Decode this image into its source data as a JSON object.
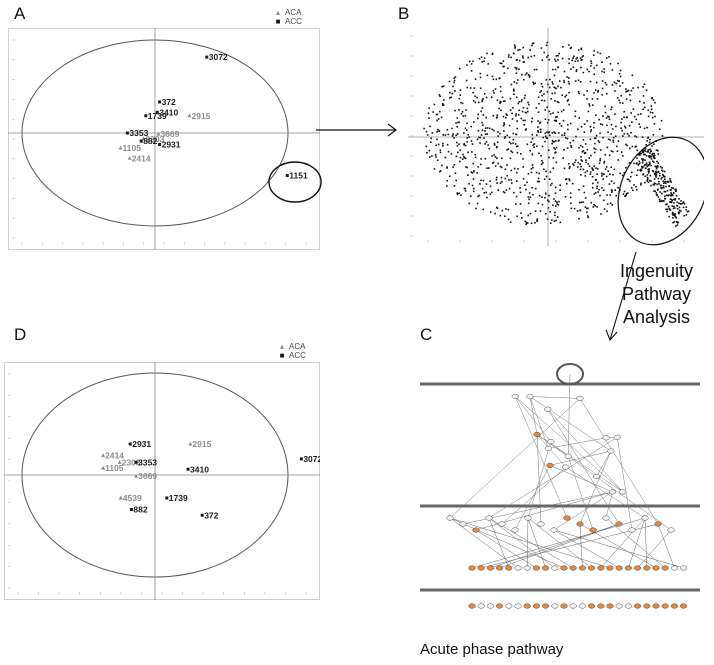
{
  "panels": {
    "a": {
      "letter": "A"
    },
    "b": {
      "letter": "B"
    },
    "c": {
      "letter": "C"
    },
    "d": {
      "letter": "D"
    }
  },
  "legend": {
    "aca_label": "ACA",
    "acc_label": "ACC",
    "aca_color": "#8c8c8c",
    "acc_color": "#1a1a1a"
  },
  "ipa": {
    "line1": "Ingenuity",
    "line2": "Pathway",
    "line3": "Analysis"
  },
  "caption": "Acute phase pathway",
  "chart_data": [
    {
      "panel": "A",
      "type": "scatter",
      "series": [
        {
          "name": "ACA",
          "points": [
            {
              "x": 3.0,
              "y": 1.5,
              "label": "2915"
            },
            {
              "x": -1.0,
              "y": -0.5,
              "label": "2303"
            },
            {
              "x": -3.0,
              "y": -1.3,
              "label": "1105"
            },
            {
              "x": -2.2,
              "y": -2.2,
              "label": "2414"
            },
            {
              "x": 0.3,
              "y": -0.1,
              "label": "3669"
            }
          ]
        },
        {
          "name": "ACC",
          "points": [
            {
              "x": 4.5,
              "y": 6.6,
              "label": "3072"
            },
            {
              "x": 0.4,
              "y": 2.7,
              "label": "372"
            },
            {
              "x": 0.2,
              "y": 1.8,
              "label": "3410"
            },
            {
              "x": -0.8,
              "y": 1.5,
              "label": "1739"
            },
            {
              "x": -2.4,
              "y": 0.0,
              "label": "3353"
            },
            {
              "x": -1.2,
              "y": -0.7,
              "label": "882"
            },
            {
              "x": 0.4,
              "y": -1.0,
              "label": "2931"
            },
            {
              "x": 11.5,
              "y": -3.7,
              "label": "1151"
            }
          ]
        }
      ]
    },
    {
      "panel": "B",
      "type": "scatter",
      "note_source": "loading plot, ~1500 protein points, highlighted cluster lower-right"
    },
    {
      "panel": "D",
      "type": "scatter",
      "series": [
        {
          "name": "ACA",
          "points": [
            {
              "x": 3.0,
              "y": 2.7,
              "label": "2915"
            },
            {
              "x": -4.4,
              "y": 1.7,
              "label": "2414"
            },
            {
              "x": -3.0,
              "y": 1.1,
              "label": "2303"
            },
            {
              "x": -4.4,
              "y": 0.6,
              "label": "1105"
            },
            {
              "x": -1.6,
              "y": -0.1,
              "label": "3669"
            },
            {
              "x": -2.9,
              "y": -2.0,
              "label": "4539"
            }
          ]
        },
        {
          "name": "ACC",
          "points": [
            {
              "x": -2.1,
              "y": 2.7,
              "label": "2931"
            },
            {
              "x": -1.6,
              "y": 1.1,
              "label": "3353"
            },
            {
              "x": 2.8,
              "y": 0.5,
              "label": "3410"
            },
            {
              "x": 12.4,
              "y": 1.4,
              "label": "3072"
            },
            {
              "x": 1.0,
              "y": -2.0,
              "label": "1739"
            },
            {
              "x": -2.0,
              "y": -3.0,
              "label": "882"
            },
            {
              "x": 4.0,
              "y": -3.5,
              "label": "372"
            }
          ]
        }
      ]
    }
  ]
}
